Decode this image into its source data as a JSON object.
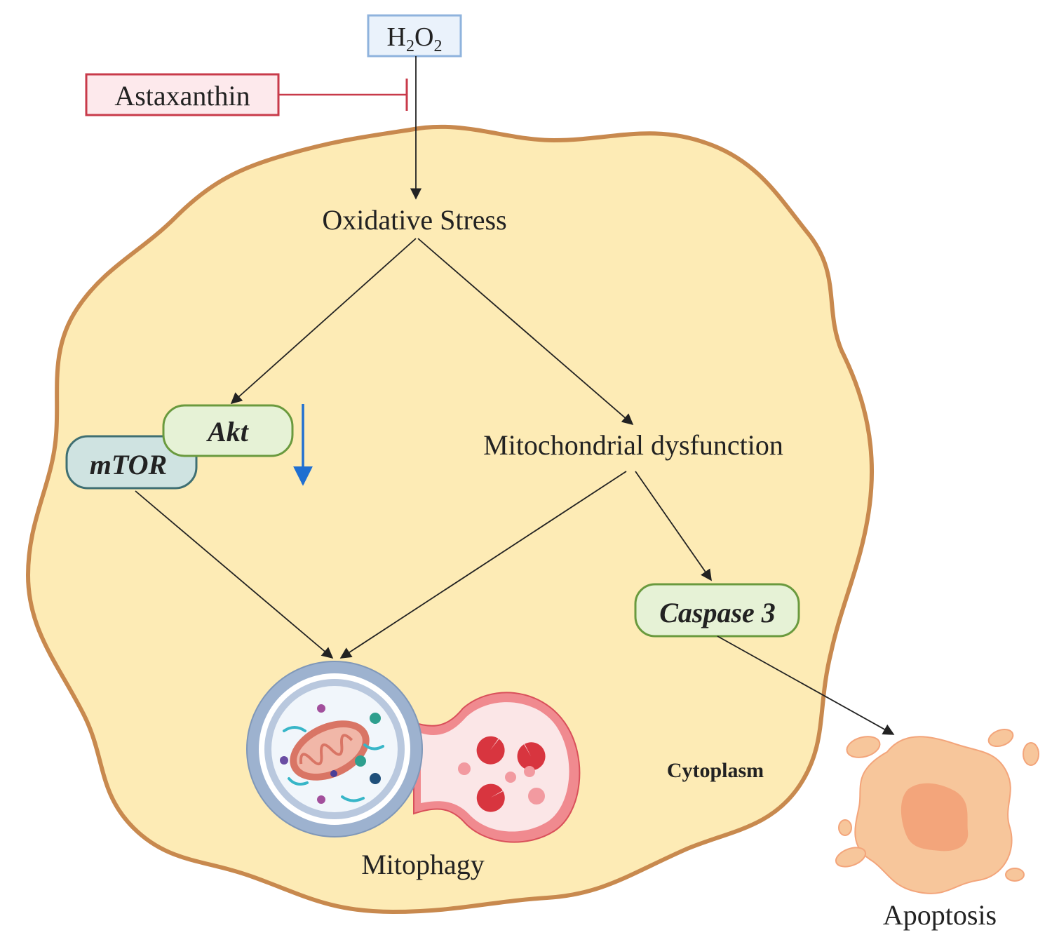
{
  "nodes": {
    "h2o2": {
      "base": "H",
      "sub1": "2",
      "mid": "O",
      "sub2": "2"
    },
    "astaxanthin": "Astaxanthin",
    "oxidative_stress": "Oxidative Stress",
    "akt": "Akt",
    "mtor": "mTOR",
    "mito_dysfunction": "Mitochondrial dysfunction",
    "caspase3": "Caspase 3",
    "mitophagy": "Mitophagy",
    "cytoplasm": "Cytoplasm",
    "apoptosis": "Apoptosis"
  },
  "colors": {
    "cell_fill": "#fdebb5",
    "cell_border": "#c8894e",
    "h2o2_fill": "#eaf2fb",
    "h2o2_border": "#8fb3dd",
    "astaxanthin_fill": "#fde9ec",
    "astaxanthin_border": "#c83a4a",
    "inhibit_line": "#c83a4a",
    "protein_green_fill": "#e6f2d6",
    "protein_green_border": "#6a9a3e",
    "mtor_fill": "#cfe3e1",
    "mtor_border": "#3f6f72",
    "down_arrow": "#1f6fd1",
    "arrow": "#222222",
    "apoptosis_fill": "#f7c69b",
    "apoptosis_core": "#f3a57b"
  }
}
